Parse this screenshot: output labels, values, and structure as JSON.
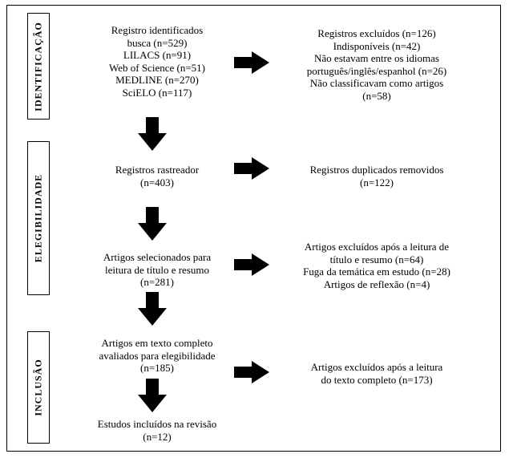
{
  "phases": {
    "identificacao": "IDENTIFICAÇÃO",
    "elegibilidade": "ELEGIBILIDADE",
    "inclusao": "INCLUSÃO"
  },
  "steps": {
    "identified": [
      "Registro identificados",
      "busca (n=529)",
      "LILACS (n=91)",
      "Web of Science (n=51)",
      "MEDLINE (n=270)",
      "SciELO (n=117)"
    ],
    "tracked": [
      "Registros rastreador",
      "(n=403)"
    ],
    "selected": [
      "Artigos selecionados para",
      "leitura de título e resumo",
      "(n=281)"
    ],
    "full_text": [
      "Artigos em texto completo",
      "avaliados para elegibilidade",
      "(n=185)"
    ],
    "included": [
      "Estudos incluídos na revisão",
      "(n=12)"
    ]
  },
  "exclusions": {
    "excluded": [
      "Registros excluídos (n=126)",
      "Indisponíveis (n=42)",
      "Não estavam entre os idiomas",
      "português/inglês/espanhol (n=26)",
      "Não classificavam como artigos",
      "(n=58)"
    ],
    "duplicates": [
      "Registros duplicados removidos",
      "(n=122)"
    ],
    "title_abstract": [
      "Artigos excluídos após a leitura de",
      "título e resumo (n=64)",
      "Fuga da temática em estudo (n=28)",
      "Artigos de reflexão (n=4)"
    ],
    "full_text": [
      "Artigos excluídos após a leitura",
      "do texto completo (n=173)"
    ]
  }
}
